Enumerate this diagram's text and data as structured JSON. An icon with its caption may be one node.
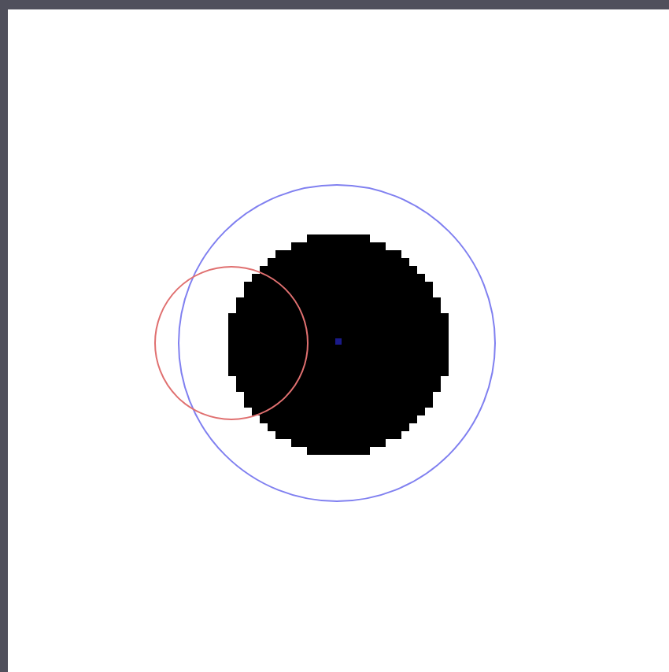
{
  "diagram": {
    "nodes": [
      {
        "text": [],
        "shape": "circle"
      },
      {
        "text": [],
        "shape": "circle",
        "in": 0
      },
      {
        "text": [],
        "shape": "circle"
      }
    ]
  }
}
